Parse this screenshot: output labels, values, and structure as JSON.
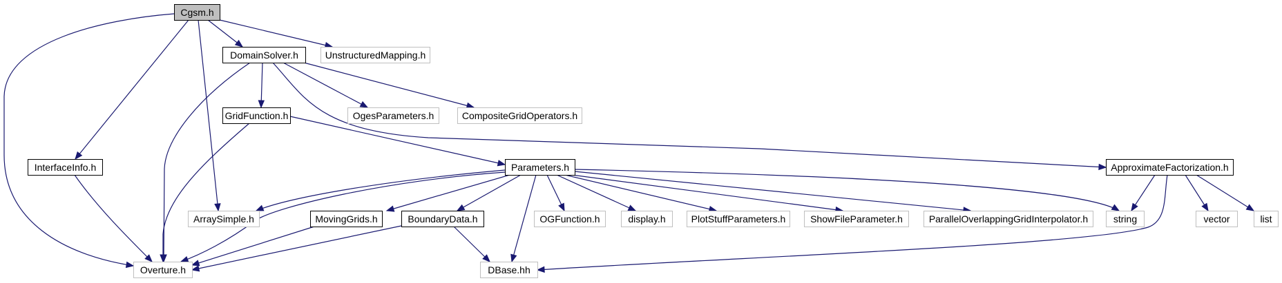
{
  "colors": {
    "edge": "#191970",
    "root_fill": "#bfbfbf",
    "documented_border": "#000000",
    "external_border": "#bfbfbf",
    "node_fill": "#ffffff"
  },
  "nodes": [
    {
      "id": "cgsm",
      "label": "Cgsm.h",
      "kind": "root"
    },
    {
      "id": "domainsolver",
      "label": "DomainSolver.h",
      "kind": "documented"
    },
    {
      "id": "unstructuredmapping",
      "label": "UnstructuredMapping.h",
      "kind": "external"
    },
    {
      "id": "gridfunction",
      "label": "GridFunction.h",
      "kind": "documented"
    },
    {
      "id": "ogesparameters",
      "label": "OgesParameters.h",
      "kind": "external"
    },
    {
      "id": "compositegridoperators",
      "label": "CompositeGridOperators.h",
      "kind": "external"
    },
    {
      "id": "interfaceinfo",
      "label": "InterfaceInfo.h",
      "kind": "documented"
    },
    {
      "id": "parameters",
      "label": "Parameters.h",
      "kind": "documented"
    },
    {
      "id": "approximatefactorization",
      "label": "ApproximateFactorization.h",
      "kind": "documented"
    },
    {
      "id": "arraysimple",
      "label": "ArraySimple.h",
      "kind": "external"
    },
    {
      "id": "movinggrids",
      "label": "MovingGrids.h",
      "kind": "documented"
    },
    {
      "id": "boundarydata",
      "label": "BoundaryData.h",
      "kind": "documented"
    },
    {
      "id": "ogfunction",
      "label": "OGFunction.h",
      "kind": "external"
    },
    {
      "id": "display",
      "label": "display.h",
      "kind": "external"
    },
    {
      "id": "plotstuffparameters",
      "label": "PlotStuffParameters.h",
      "kind": "external"
    },
    {
      "id": "showfileparameter",
      "label": "ShowFileParameter.h",
      "kind": "external"
    },
    {
      "id": "paralleloverlapping",
      "label": "ParallelOverlappingGridInterpolator.h",
      "kind": "external"
    },
    {
      "id": "string",
      "label": "string",
      "kind": "external"
    },
    {
      "id": "vector",
      "label": "vector",
      "kind": "external"
    },
    {
      "id": "list",
      "label": "list",
      "kind": "external"
    },
    {
      "id": "overture",
      "label": "Overture.h",
      "kind": "external"
    },
    {
      "id": "dbase",
      "label": "DBase.hh",
      "kind": "external"
    }
  ],
  "edges": [
    {
      "from": "cgsm",
      "to": "domainsolver"
    },
    {
      "from": "cgsm",
      "to": "unstructuredmapping"
    },
    {
      "from": "cgsm",
      "to": "interfaceinfo"
    },
    {
      "from": "cgsm",
      "to": "arraysimple"
    },
    {
      "from": "cgsm",
      "to": "overture"
    },
    {
      "from": "domainsolver",
      "to": "gridfunction"
    },
    {
      "from": "domainsolver",
      "to": "ogesparameters"
    },
    {
      "from": "domainsolver",
      "to": "compositegridoperators"
    },
    {
      "from": "domainsolver",
      "to": "approximatefactorization"
    },
    {
      "from": "domainsolver",
      "to": "overture"
    },
    {
      "from": "gridfunction",
      "to": "parameters"
    },
    {
      "from": "gridfunction",
      "to": "overture"
    },
    {
      "from": "interfaceinfo",
      "to": "overture"
    },
    {
      "from": "parameters",
      "to": "arraysimple"
    },
    {
      "from": "parameters",
      "to": "overture"
    },
    {
      "from": "parameters",
      "to": "movinggrids"
    },
    {
      "from": "parameters",
      "to": "boundarydata"
    },
    {
      "from": "parameters",
      "to": "dbase"
    },
    {
      "from": "parameters",
      "to": "ogfunction"
    },
    {
      "from": "parameters",
      "to": "display"
    },
    {
      "from": "parameters",
      "to": "plotstuffparameters"
    },
    {
      "from": "parameters",
      "to": "showfileparameter"
    },
    {
      "from": "parameters",
      "to": "paralleloverlapping"
    },
    {
      "from": "parameters",
      "to": "string"
    },
    {
      "from": "approximatefactorization",
      "to": "string"
    },
    {
      "from": "approximatefactorization",
      "to": "vector"
    },
    {
      "from": "approximatefactorization",
      "to": "list"
    },
    {
      "from": "approximatefactorization",
      "to": "dbase"
    },
    {
      "from": "movinggrids",
      "to": "overture"
    },
    {
      "from": "boundarydata",
      "to": "overture"
    },
    {
      "from": "boundarydata",
      "to": "dbase"
    }
  ]
}
